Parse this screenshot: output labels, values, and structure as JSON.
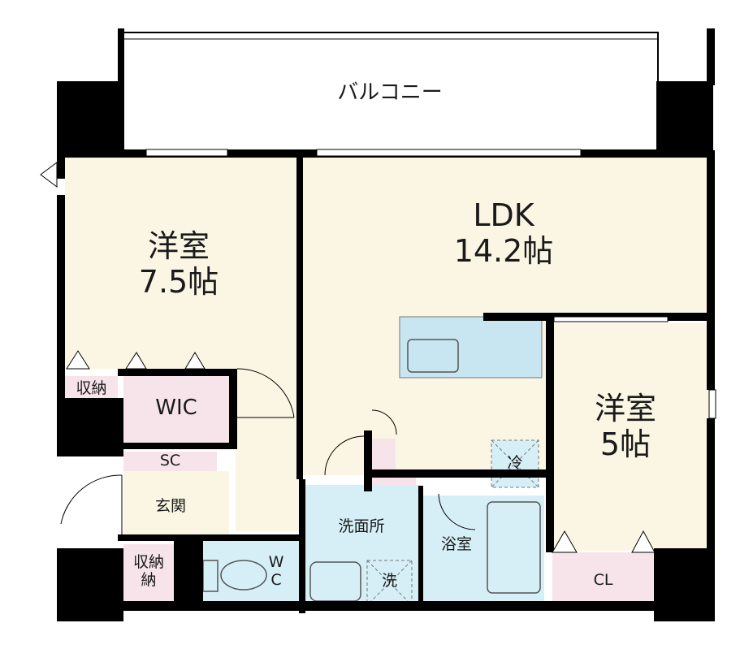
{
  "colors": {
    "room_beige": "#fbf6e4",
    "wet_blue": "#d6eff7",
    "storage_pink": "#f7e3ea",
    "wall": "#000000",
    "fixture_blue": "#c7e6f2"
  },
  "labels": {
    "balcony": "バルコニー",
    "ldk": "LDK\n14.2帖",
    "western_room_1": "洋室\n7.5帖",
    "western_room_2": "洋室\n5帖",
    "storage_1": "収納",
    "wic": "WIC",
    "sc": "SC",
    "entrance": "玄関",
    "storage_2": "収納\n納",
    "wc": "W\nC",
    "washroom": "洗面所",
    "bathroom": "浴室",
    "fridge": "冷",
    "washer": "洗",
    "closet": "CL"
  }
}
